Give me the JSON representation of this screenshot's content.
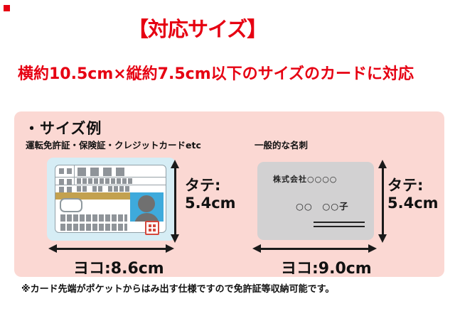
{
  "colors": {
    "accent_red": "#e60012",
    "panel_pink": "#fbd8d3",
    "card_blue": "#d6edf5",
    "photo_blue": "#3eaadc",
    "gold": "#c3a14f",
    "block_gray": "#8f9499",
    "business_gray": "#d2d1d2",
    "stamp_red": "#d4483c",
    "arrow_black": "#1a1a1a"
  },
  "header": {
    "title": "【対応サイズ】",
    "subtitle": "横約10.5cm×縦約7.5cm以下のサイズのカードに対応"
  },
  "panel": {
    "heading": "・サイズ例",
    "left_example": {
      "label": "運転免許証・保険証・クレジットカードetc",
      "height_label_line1": "タテ:",
      "height_label_line2": "5.4cm",
      "width_label": "ヨコ:8.6cm"
    },
    "right_example": {
      "label": "一般的な名刺",
      "card": {
        "company": "株式会社○○○○",
        "name": "○○　○○子"
      },
      "height_label_line1": "タテ:",
      "height_label_line2": "5.4cm",
      "width_label": "ヨコ:9.0cm"
    }
  },
  "footnote": "※カード先端がポケットからはみ出す仕様ですので免許証等収納可能です。"
}
